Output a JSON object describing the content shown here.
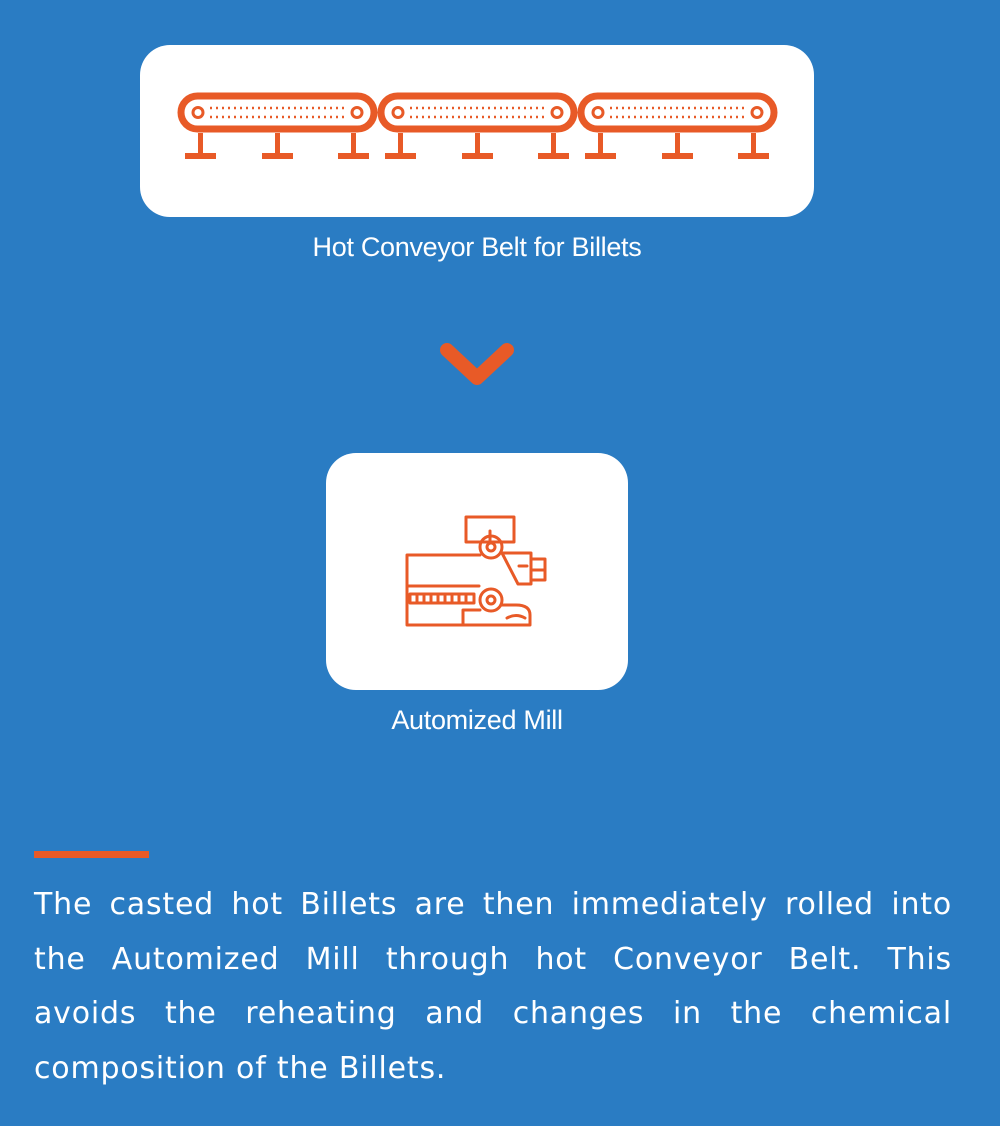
{
  "colors": {
    "background": "#2a7cc3",
    "card": "#ffffff",
    "accent": "#e85a27",
    "text": "#ffffff"
  },
  "steps": [
    {
      "label": "Hot Conveyor Belt for Billets",
      "icon": "conveyor-belt-icon"
    },
    {
      "label": "Automized Mill",
      "icon": "rolling-mill-icon"
    }
  ],
  "connector_icon": "chevron-down-icon",
  "description": "The casted hot Billets are then immediately rolled into the Automized Mill through hot Conveyor Belt. This avoids the reheating and changes in the chemical composition of the Billets."
}
